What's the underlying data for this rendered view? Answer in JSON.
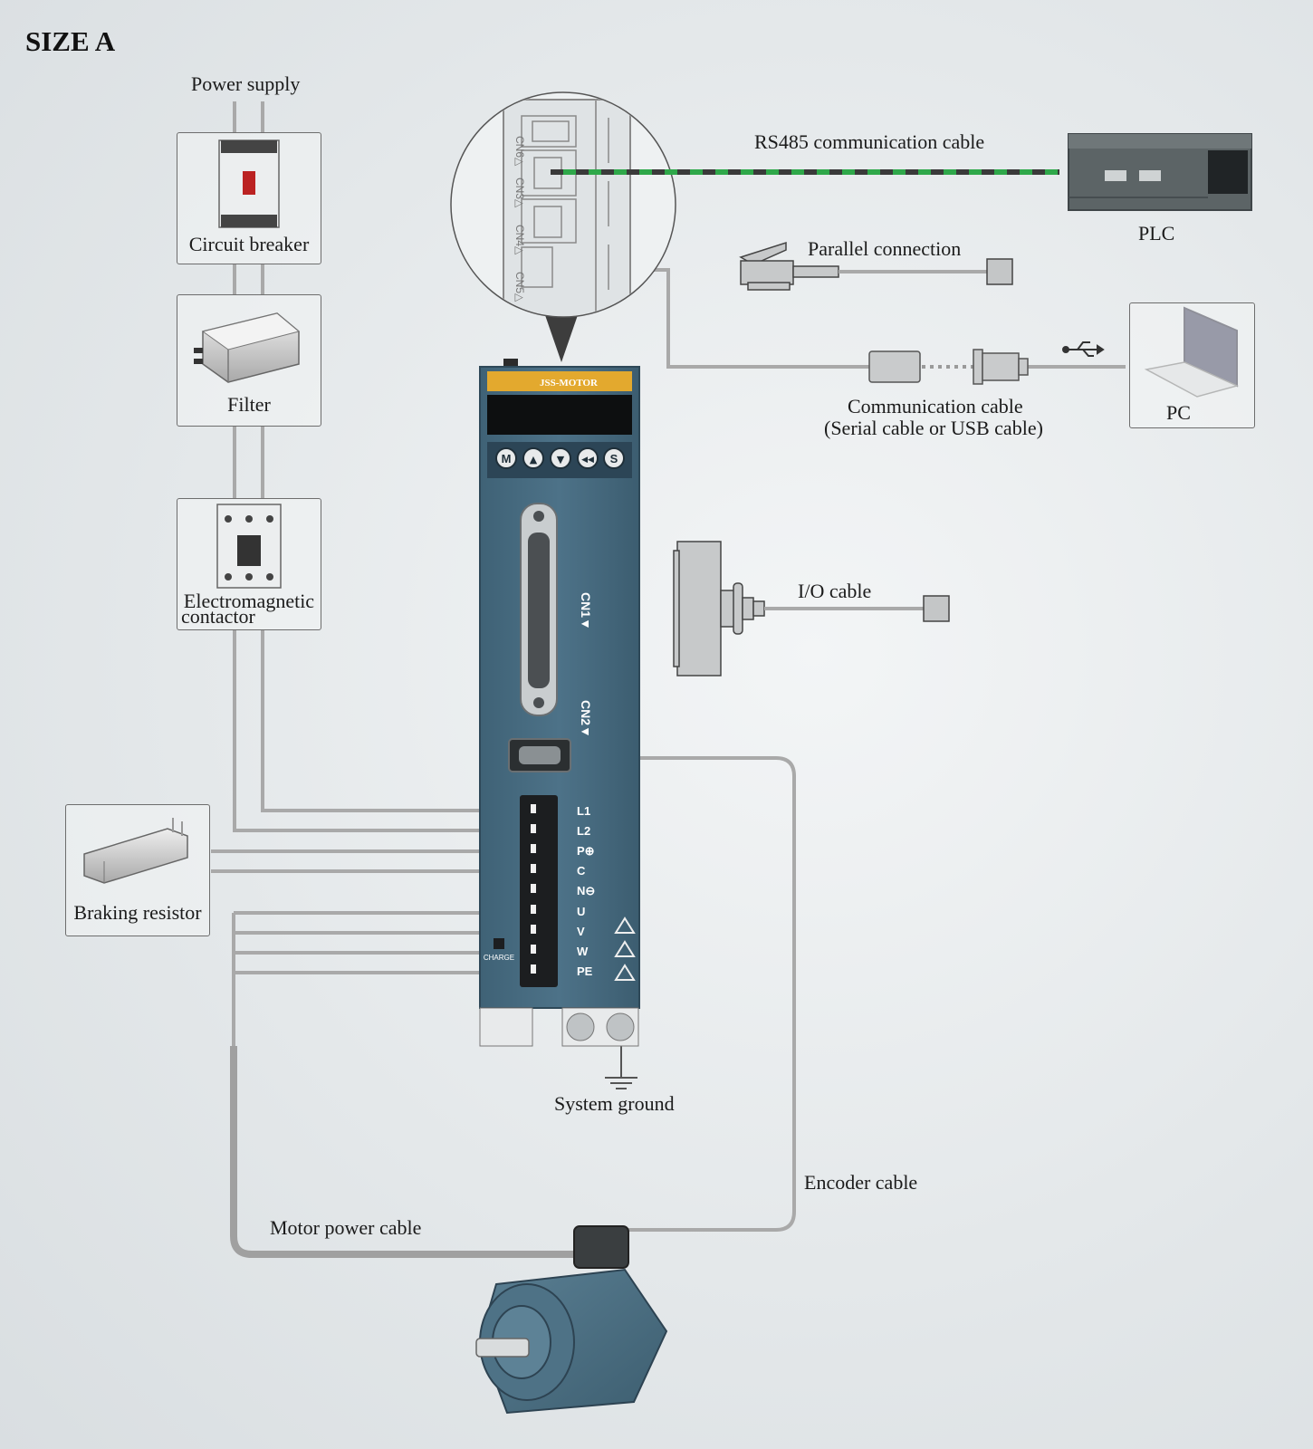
{
  "title": "SIZE A",
  "labels": {
    "power_supply": "Power supply",
    "circuit_breaker": "Circuit breaker",
    "filter": "Filter",
    "contactor_line1": "Electromagnetic",
    "contactor_line2": "contactor",
    "braking_resistor": "Braking resistor",
    "rs485_cable": "RS485 communication cable",
    "plc": "PLC",
    "parallel_connection": "Parallel connection",
    "comm_cable_line1": "Communication cable",
    "comm_cable_line2": "(Serial cable or USB cable)",
    "pc": "PC",
    "io_cable": "I/O cable",
    "system_ground": "System ground",
    "encoder_cable": "Encoder cable",
    "motor_power_cable": "Motor power cable"
  },
  "drive": {
    "brand": "JSS-MOTOR",
    "keys": [
      "M",
      "▲",
      "▼",
      "◀◀",
      "S"
    ],
    "cn1": "CN1▼",
    "cn2": "CN2▼",
    "cn6": "CN6△",
    "cn3": "CN3△",
    "cn4": "CN4△",
    "cn5": "CN5△",
    "terminals": [
      "L1",
      "L2",
      "P⊕",
      "C",
      "N⊖",
      "U",
      "V",
      "W",
      "PE"
    ],
    "charge": "CHARGE"
  },
  "colors": {
    "drive_body": "#4a6f85",
    "drive_label": "#e3a92e",
    "cable": "#a9a9a9",
    "rs485_green": "#2fa84a",
    "rs485_dark": "#3a3a3a"
  }
}
